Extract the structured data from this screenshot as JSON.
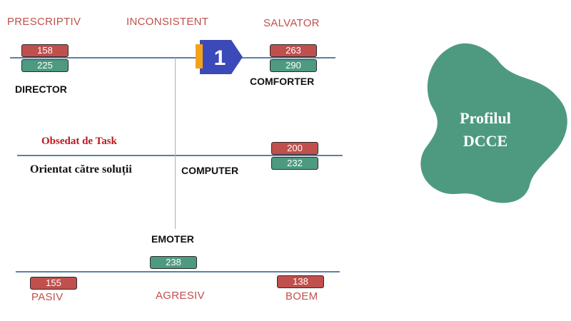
{
  "colors": {
    "corner_label": "#c0504d",
    "red_score": "#c0504d",
    "green_score": "#4e9a80",
    "axis_line": "#5b7fa6",
    "blob": "#4e9a80",
    "marker_body": "#3c49b8",
    "marker_accent": "#f2a21b"
  },
  "corner_labels": {
    "prescriptiv": "PRESCRIPTIV",
    "inconsistent": "INCONSISTENT",
    "salvator": "SALVATOR",
    "pasiv": "PASIV",
    "agresiv": "AGRESIV",
    "boem": "BOEM"
  },
  "roles": {
    "director": "DIRECTOR",
    "comforter": "COMFORTER",
    "computer": "COMPUTER",
    "emoter": "EMOTER"
  },
  "annotations": {
    "obsedat": "Obsedat de Task",
    "orientat": "Orientat către soluții"
  },
  "scores": {
    "director_red": "158",
    "director_green": "225",
    "comforter_red": "263",
    "comforter_green": "290",
    "computer_red": "200",
    "computer_green": "232",
    "emoter_green": "238",
    "pasiv_red": "155",
    "boem_red": "138"
  },
  "marker": {
    "number": "1",
    "icon": "numbered-arrow-marker"
  },
  "blob": {
    "title_line1": "Profilul",
    "title_line2": "DCCE"
  }
}
